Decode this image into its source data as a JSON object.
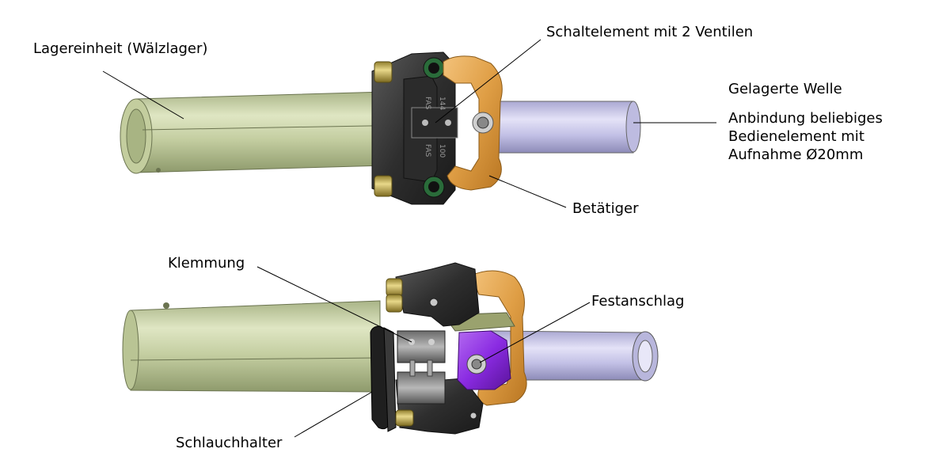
{
  "labels": {
    "lagereinheit": "Lagereinheit (Wälzlager)",
    "schaltelement": "Schaltelement mit 2 Ventilen",
    "gelagerte_welle": "Gelagerte Welle",
    "anbindung_1": "Anbindung beliebiges",
    "anbindung_2": "Bedienelement mit",
    "anbindung_3": "Aufnahme Ø20mm",
    "betaetiger": "Betätiger",
    "klemmung": "Klemmung",
    "festanschlag": "Festanschlag",
    "schlauchhalter": "Schlauchhalter"
  },
  "part_markings": {
    "upper_body_1": "FAS",
    "upper_body_2": "FAS",
    "upper_body_3": "100",
    "upper_body_4": "144"
  },
  "colors": {
    "bearing_tube": "#c9d3a6",
    "shaft": "#c5c3e6",
    "actuator": "#e0a450",
    "valve_body": "#3a3a3a",
    "fitting": "#c8b25a",
    "stop_block": "#8a2be2",
    "leader_line": "#000000"
  }
}
